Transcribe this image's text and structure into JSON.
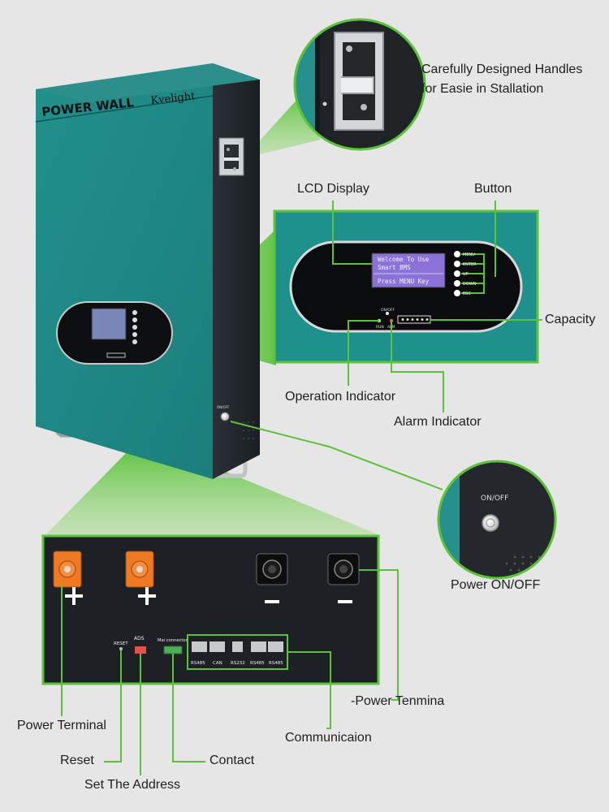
{
  "product": {
    "brand_title": "POWER WALL",
    "logo_text": "Kvelight",
    "switch_small_label": "ON/OFF"
  },
  "callouts": {
    "handles": "Carefully Designed Handles\nfor Easie in Stallation",
    "lcd_display": "LCD Display",
    "button": "Button",
    "capacity": "Capacity",
    "operation_indicator": "Operation Indicator",
    "alarm_indicator": "Alarm Indicator",
    "power_on_off": "Power ON/OFF",
    "neg_power_terminal": "-Power Tenmina",
    "power_terminal": "Power Terminal",
    "communication": "Communicaion",
    "reset": "Reset",
    "contact": "Contact",
    "set_address": "Set The Address"
  },
  "lcd": {
    "line1": "Welcome To Use",
    "line2": "Smart BMS",
    "line3": "Press MENU Key"
  },
  "buttons": [
    "MENU",
    "ENTER",
    "UP",
    "DOWN",
    "ESC"
  ],
  "indicators": {
    "onoff": "ON/OFF",
    "run": "RUN",
    "alm": "ALM"
  },
  "bottom_panel": {
    "reset": "RESET",
    "ads": "ADS",
    "mai_connector": "Mai connector",
    "ports": [
      "RS485",
      "CAN",
      "RS232",
      "RS485",
      "RS485"
    ]
  },
  "colors": {
    "background": "#e6e6e6",
    "teal": "#1d8a86",
    "callout_green": "#5cc23a",
    "dark_panel": "#1e2226",
    "orange_terminal": "#f07a24"
  }
}
